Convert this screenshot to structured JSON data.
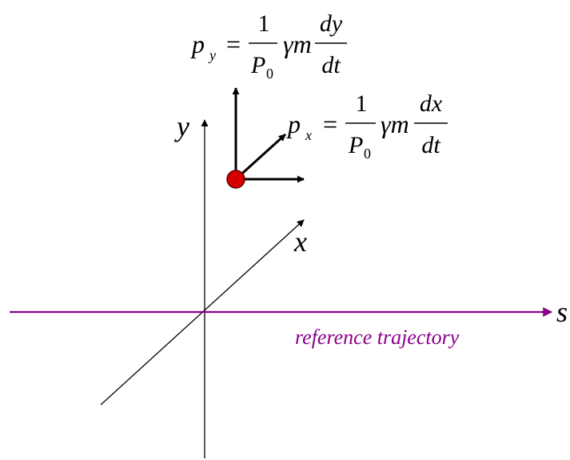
{
  "axes": {
    "y_label": "y",
    "x_label": "x",
    "s_label": "s"
  },
  "reference": {
    "label": "reference trajectory",
    "color": "#8b008b"
  },
  "particle": {
    "color": "#d40000",
    "outline": "#5a0000"
  },
  "equations": {
    "py": {
      "lhs": "p",
      "lhs_sub": "y",
      "eq": "=",
      "num": "1",
      "den": "P",
      "den_sub": "0",
      "factor": "γm",
      "dnum": "dy",
      "dden": "dt"
    },
    "px": {
      "lhs": "p",
      "lhs_sub": "x",
      "eq": "=",
      "num": "1",
      "den": "P",
      "den_sub": "0",
      "factor": "γm",
      "dnum": "dx",
      "dden": "dt"
    }
  }
}
